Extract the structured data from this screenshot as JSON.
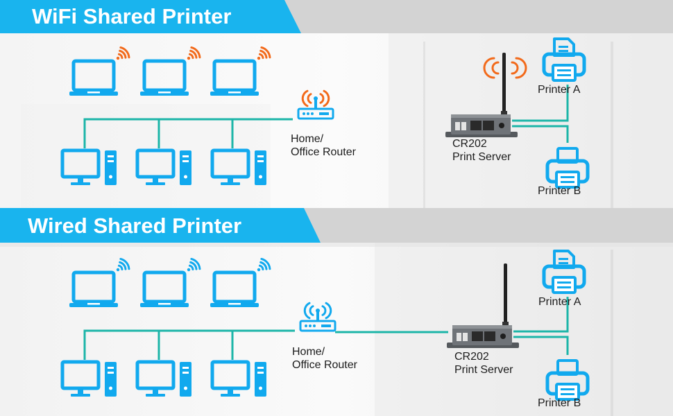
{
  "colors": {
    "device_blue": "#11a9ee",
    "link_teal": "#1cb5a8",
    "banner_blue": "#19b4ee",
    "banner_gray": "#d3d3d3",
    "wifi_orange": "#f26a1b",
    "wifi_blue": "#11a9ee",
    "server_gray": "#6f7378"
  },
  "sections": [
    {
      "title": "WiFi Shared Printer",
      "router_label_1": "Home/",
      "router_label_2": "Office Router",
      "server_label_1": "CR202",
      "server_label_2": "Print Server",
      "printer_a_label": "Printer A",
      "printer_b_label": "Printer B",
      "router_wifi_color": "orange",
      "server_wifi": true,
      "router_to_server_wired": false
    },
    {
      "title": "Wired Shared Printer",
      "router_label_1": "Home/",
      "router_label_2": "Office Router",
      "server_label_1": "CR202",
      "server_label_2": "Print Server",
      "printer_a_label": "Printer A",
      "printer_b_label": "Printer B",
      "router_wifi_color": "blue",
      "server_wifi": false,
      "router_to_server_wired": true
    }
  ],
  "icons": {
    "laptop": "laptop-icon",
    "desktop": "desktop-pc-icon",
    "router": "router-icon",
    "print_server": "print-server-icon",
    "printer": "printer-icon",
    "wifi": "wifi-signal-icon"
  }
}
